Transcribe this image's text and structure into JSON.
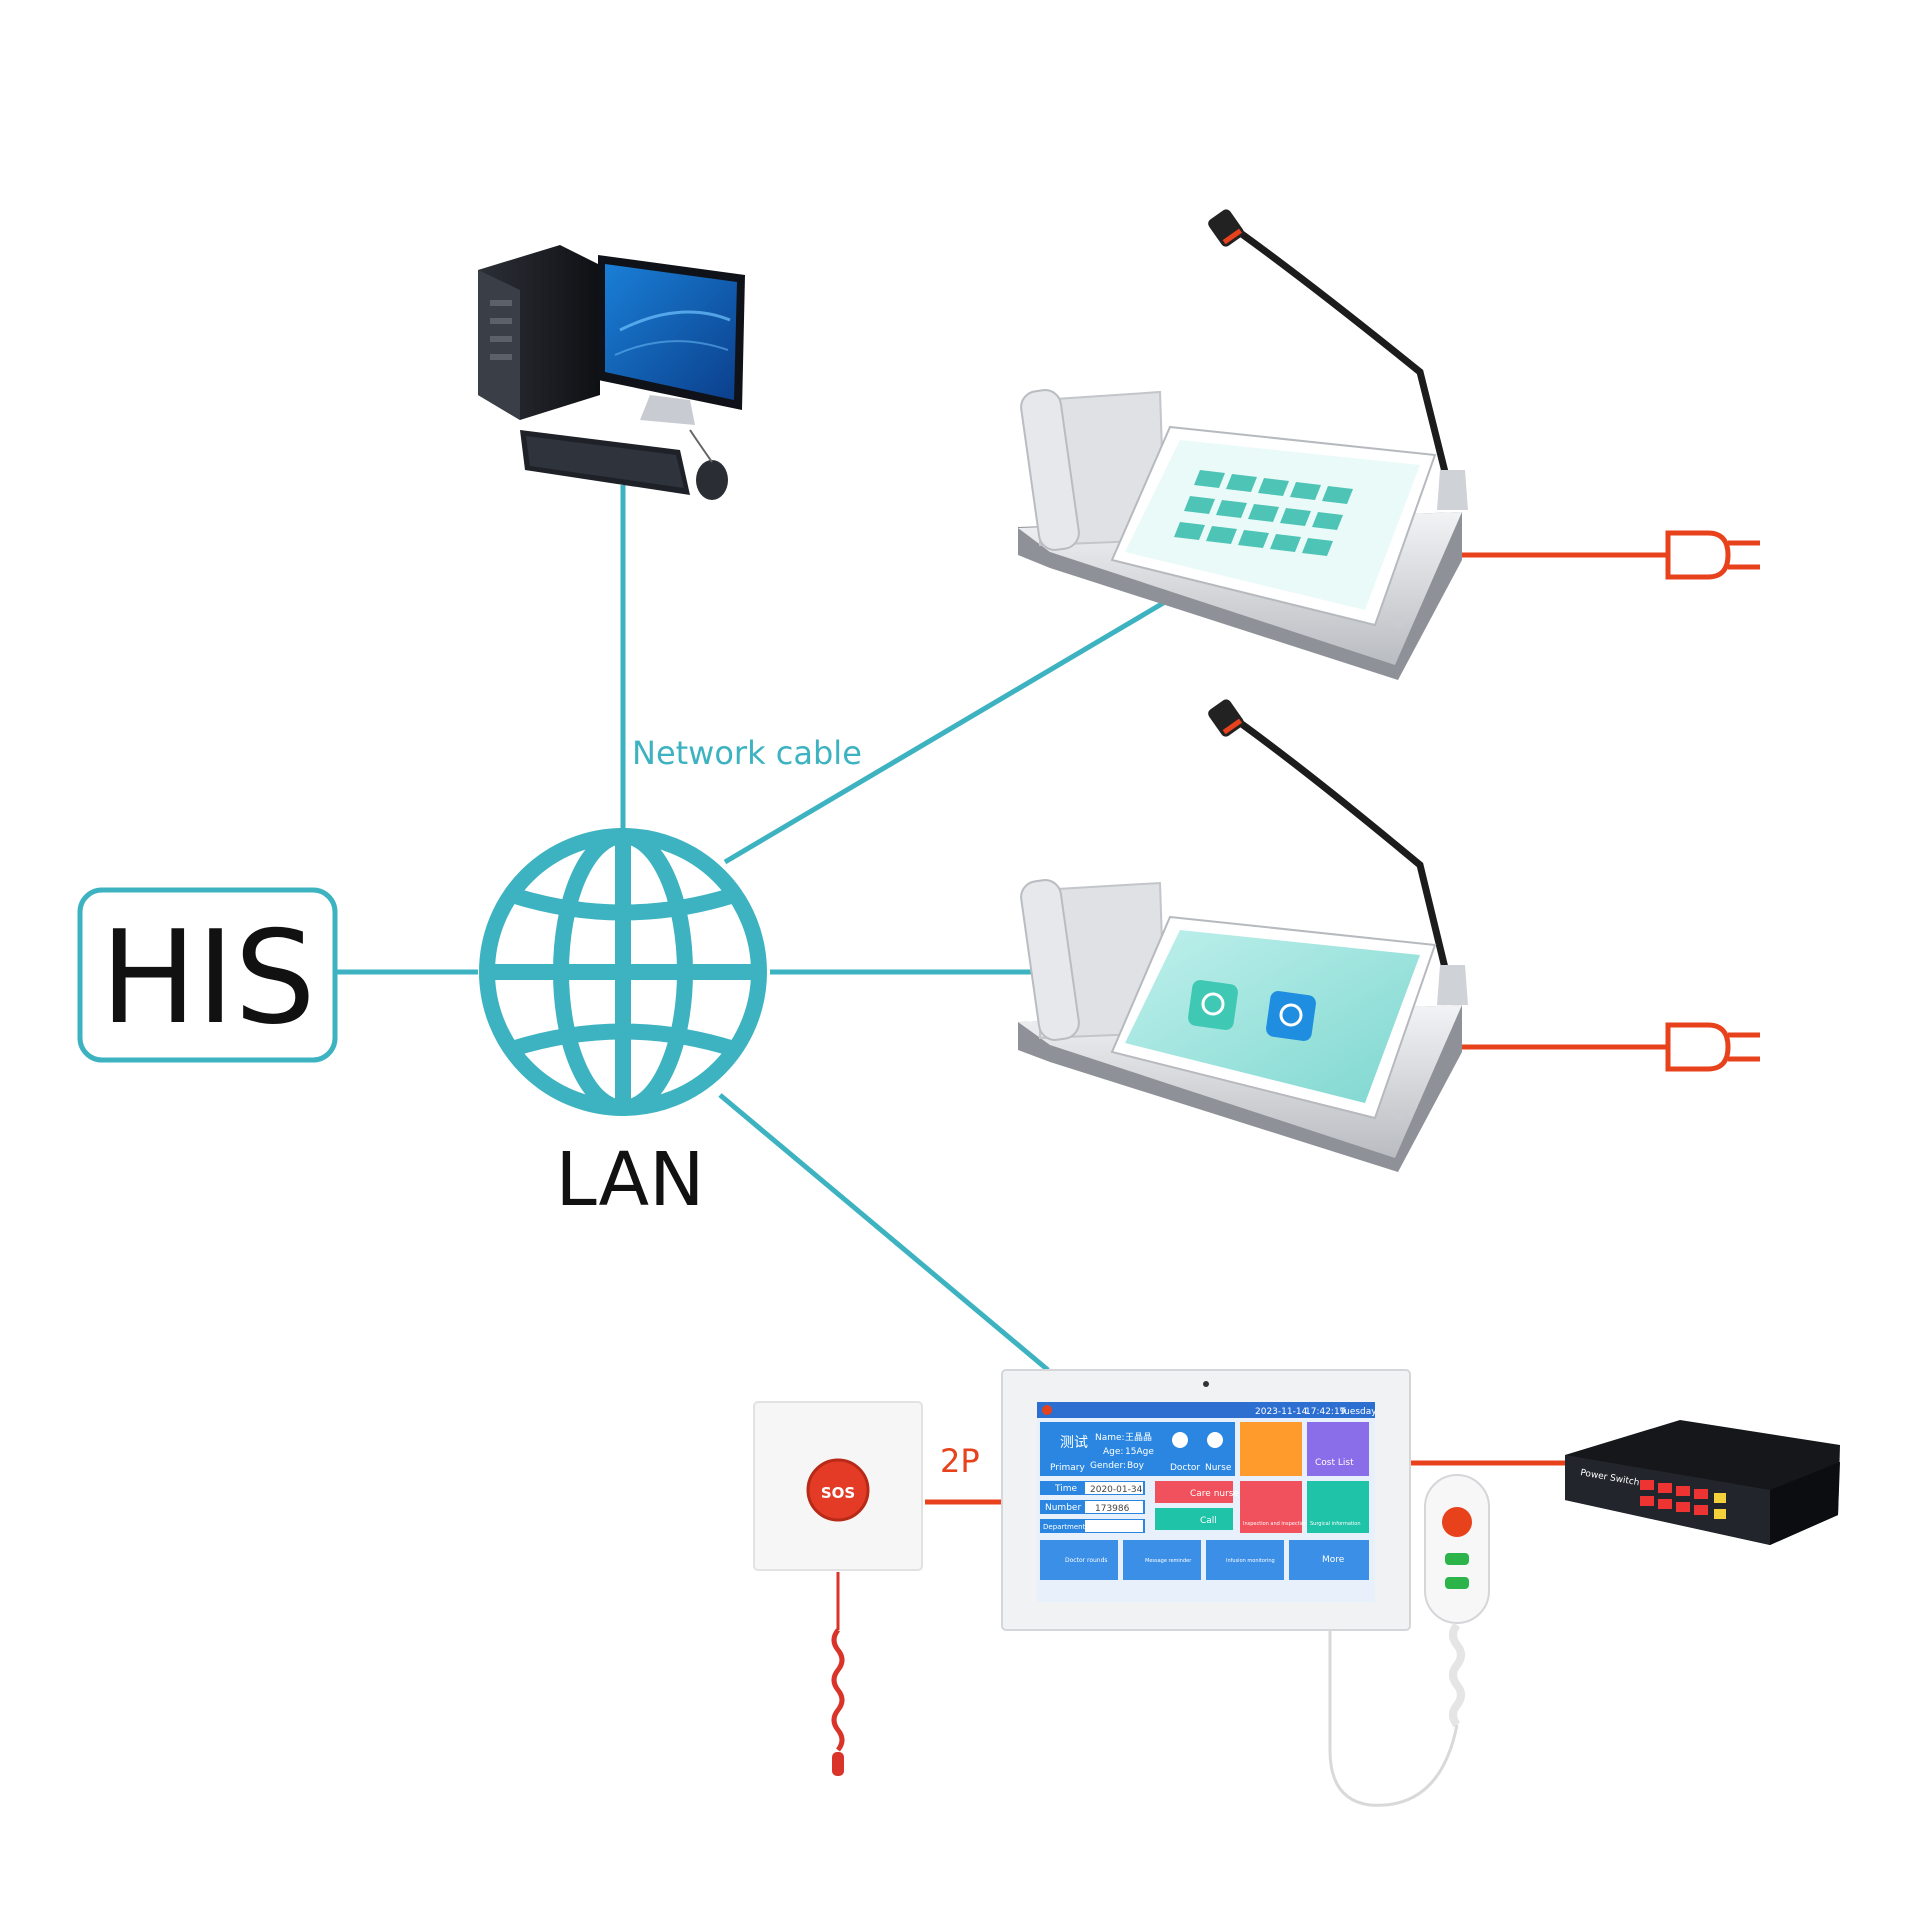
{
  "labels": {
    "his": "HIS",
    "lan": "LAN",
    "network_cable": "Network cable",
    "two_p": "2P"
  },
  "bedside_screen": {
    "patient_name": "测试",
    "patient_sub": "Primary",
    "name_label": "Name:",
    "name_value": "王晶晶",
    "age_label": "Age:",
    "age_value": "15Age",
    "gender_label": "Gender:",
    "gender_value": "Boy",
    "doctor_label": "Doctor",
    "nurse_label": "Nurse",
    "time_label": "Time",
    "time_value": "2020-01-34",
    "number_label": "Number",
    "number_value": "173986",
    "department_label": "Department",
    "care_nurse": "Care nurse",
    "call": "Call",
    "cost_list": "Cost List",
    "inspection": "Inspection and inspection",
    "surgical": "Surgical information",
    "doctor_rounds": "Doctor rounds",
    "message_reminder": "Message reminder",
    "infusion_monitoring": "Infusion monitoring",
    "more": "More",
    "date": "2023-11-14",
    "clock": "17:42:19",
    "weekday": "Tuesday"
  },
  "sos_button": {
    "text": "SOS"
  },
  "switch": {
    "brand": "Power Switch"
  },
  "colors": {
    "teal": "#3db3c1",
    "red": "#e8421c",
    "text": "#111111"
  },
  "icons": {
    "globe": "globe-icon",
    "plug": "power-plug-icon",
    "pc": "desktop-computer-icon",
    "console": "nurse-console-icon",
    "bedside": "bedside-terminal-icon",
    "sos": "sos-button-icon",
    "handset": "call-handset-icon",
    "switch": "poe-switch-icon"
  }
}
